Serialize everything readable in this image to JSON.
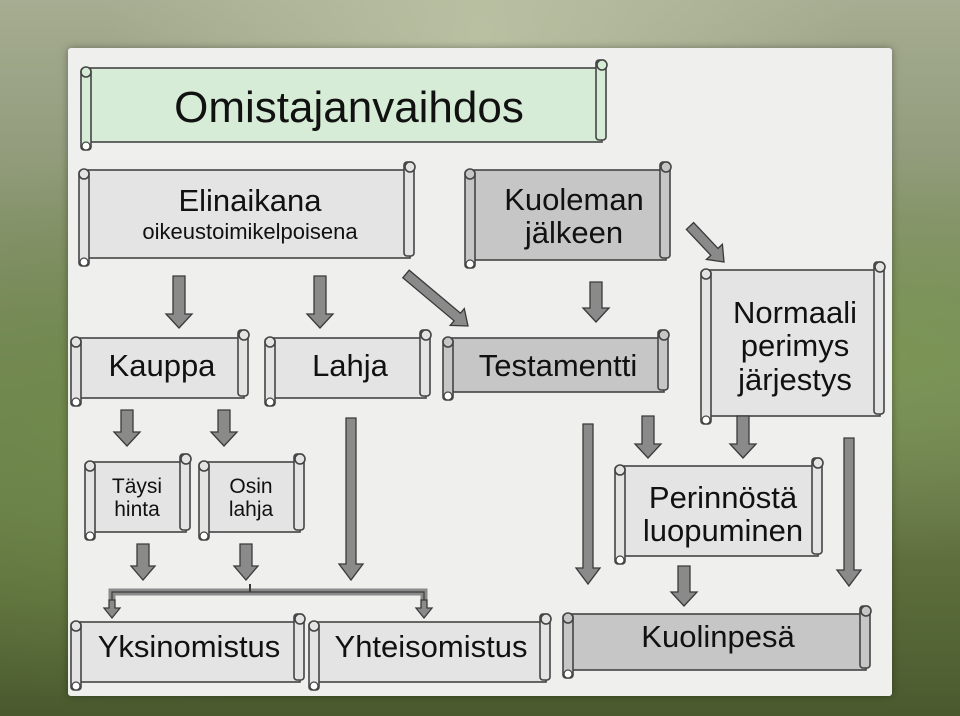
{
  "diagram": {
    "title": "Omistajanvaihdos",
    "elinaikana": {
      "line1": "Elinaikana",
      "line2": "oikeustoimikelpoisena"
    },
    "kuoleman": {
      "line1": "Kuoleman",
      "line2": "jälkeen"
    },
    "kauppa": "Kauppa",
    "lahja": "Lahja",
    "testamentti": "Testamentti",
    "normaali": {
      "line1": "Normaali",
      "line2": "perimys",
      "line3": "järjestys"
    },
    "taysi_hinta": {
      "line1": "Täysi",
      "line2": "hinta"
    },
    "osin_lahja": {
      "line1": "Osin",
      "line2": "lahja"
    },
    "perinnosta": {
      "line1": "Perinnöstä",
      "line2": "luopuminen"
    },
    "yksinomistus": "Yksinomistus",
    "yhteisomistus": "Yhteisomistus",
    "kuolinpesa": "Kuolinpesä",
    "colors": {
      "title_fill": "#d6ecd6",
      "scroll_fill": "#e4e4e4",
      "dark_fill": "#c6c6c6",
      "outline": "#444444",
      "arrow_fill": "#8a8a8a",
      "arrow_edge": "#3a3a3a"
    }
  }
}
